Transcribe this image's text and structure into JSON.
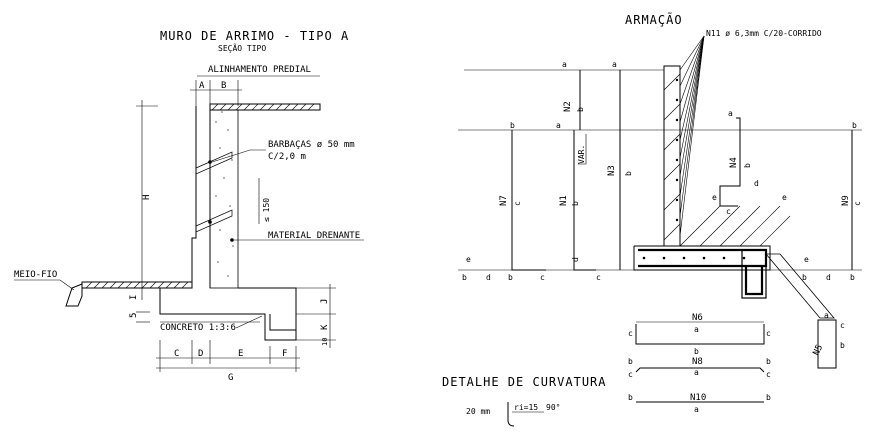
{
  "left": {
    "title": "MURO DE ARRIMO - TIPO A",
    "subtitle": "SEÇÃO TIPO",
    "alinhamento": "ALINHAMENTO PREDIAL",
    "barbacas_1": "BARBAÇAS ø 50 mm",
    "barbacas_2": "C/2,0 m",
    "spacing": "≤ 150",
    "material": "MATERIAL DRENANTE",
    "meio_fio": "MEIO-FIO",
    "concreto": "CONCRETO 1:3:6",
    "dims": {
      "A": "A",
      "B": "B",
      "H": "H",
      "I": "I",
      "five": "5",
      "J": "J",
      "K": "K",
      "ten": "10",
      "C": "C",
      "D": "D",
      "E": "E",
      "F": "F",
      "G": "G"
    }
  },
  "right": {
    "title": "ARMAÇÃO",
    "n11": "N11 ø 6,3mm C/20-CORRIDO",
    "bars": {
      "N2": "N2",
      "var": "VAR.",
      "N3": "N3",
      "N1": "N1",
      "N7": "N7",
      "N4": "N4",
      "N9": "N9",
      "N5": "N5",
      "N6": "N6",
      "N8": "N8",
      "N10": "N10"
    },
    "letters": {
      "a": "a",
      "b": "b",
      "c": "c",
      "d": "d",
      "e": "e"
    },
    "detail_title": "DETALHE DE CURVATURA",
    "detail_dim": "20 mm",
    "detail_ri": "ri=15",
    "detail_angle": "90°"
  }
}
